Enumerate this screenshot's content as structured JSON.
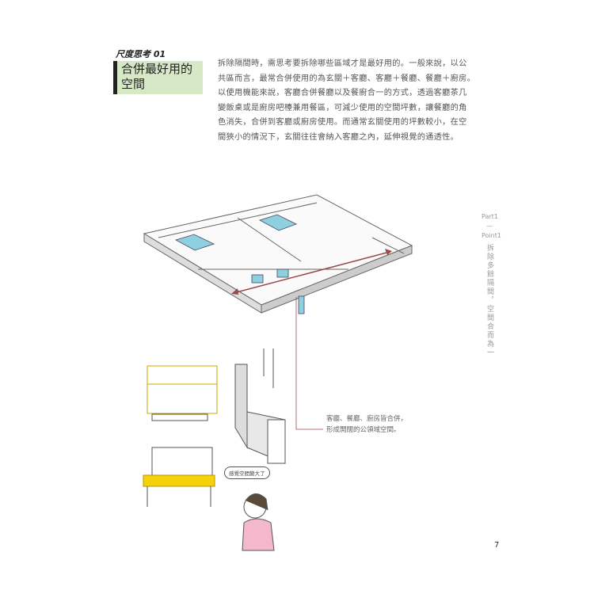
{
  "header": {
    "kicker": "尺度思考 01",
    "title_line1": "合併最好用的",
    "title_line2": "空間"
  },
  "body_lines": [
    "拆除隔間時，需思考要拆除哪些區域才是最好用的。一般來說，以公",
    "共區而言，最常合併使用的為玄關＋客廳、客廳＋餐廳、餐廳＋廚房。",
    "以使用機能來說，客廳合併餐廳以及餐廚合一的方式，透過客廳茶几",
    "變飯桌或是廚房吧檯兼用餐區，可減少使用的空間坪數，讓餐廳的角",
    "色消失，合併到客廳或廚房使用。而通常玄關使用的坪數較小，在空",
    "間狹小的情況下，玄關往往會納入客廳之內，延伸視覺的通透性。"
  ],
  "side": {
    "part": "Part1",
    "point": "Point1",
    "title": "拆除多餘隔間，空間合而為一"
  },
  "caption": {
    "line1": "客廳、餐廳、廚房皆合併，",
    "line2": "形成開闊的公領域空間。"
  },
  "speech_bubble": "感覺空間變大了",
  "page_number": "7",
  "colors": {
    "title_bg": "#d7e8c6",
    "furniture_blue": "#8ecfe0",
    "arrow": "#9a4a4a",
    "table_yellow": "#f5d20a"
  }
}
